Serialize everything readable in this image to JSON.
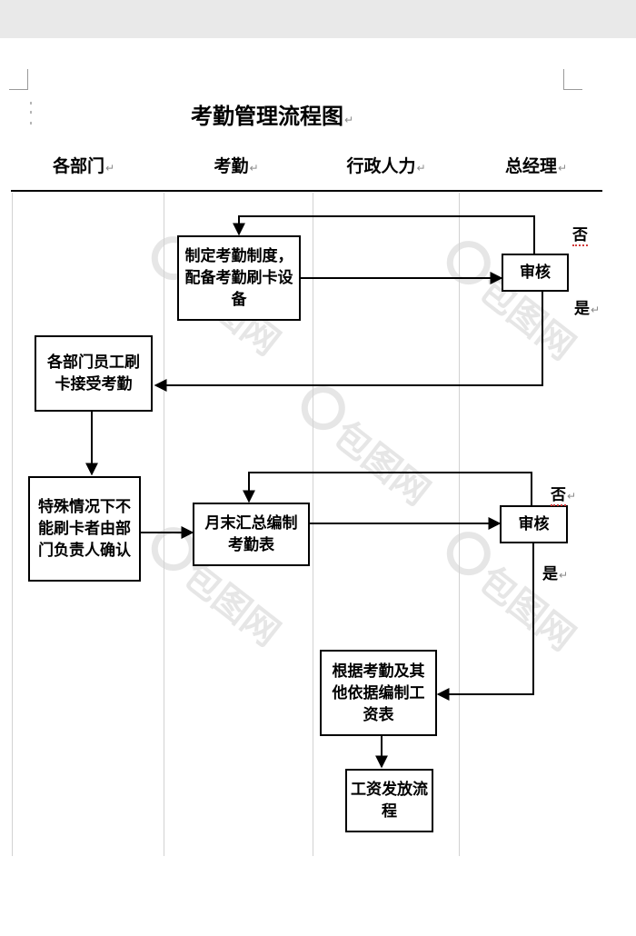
{
  "document": {
    "title": "考勤管理流程图",
    "paragraph_mark": "↵"
  },
  "lanes": [
    {
      "id": "departments",
      "label": "各部门"
    },
    {
      "id": "attendance",
      "label": "考勤"
    },
    {
      "id": "admin_hr",
      "label": "行政人力"
    },
    {
      "id": "gm",
      "label": "总经理"
    }
  ],
  "nodes": {
    "n1": "制定考勤制度，配备考勤刷卡设备",
    "n2": "审核",
    "n3": "各部门员工刷卡接受考勤",
    "n4": "特殊情况下不能刷卡者由部门负责人确认",
    "n5": "月末汇总编制考勤表",
    "n6": "审核",
    "n7": "根据考勤及其他依据编制工资表",
    "n8": "工资发放流程"
  },
  "edge_labels": {
    "review1_no": "否",
    "review1_yes": "是",
    "review2_no": "否",
    "review2_yes": "是"
  },
  "watermark": {
    "text": "包图网",
    "color": "#e6e6e6"
  },
  "colors": {
    "line": "#000000",
    "lane_divider": "#d2d2d2",
    "spell_underline": "#d23a3a",
    "top_bar": "#e9e9e9"
  }
}
